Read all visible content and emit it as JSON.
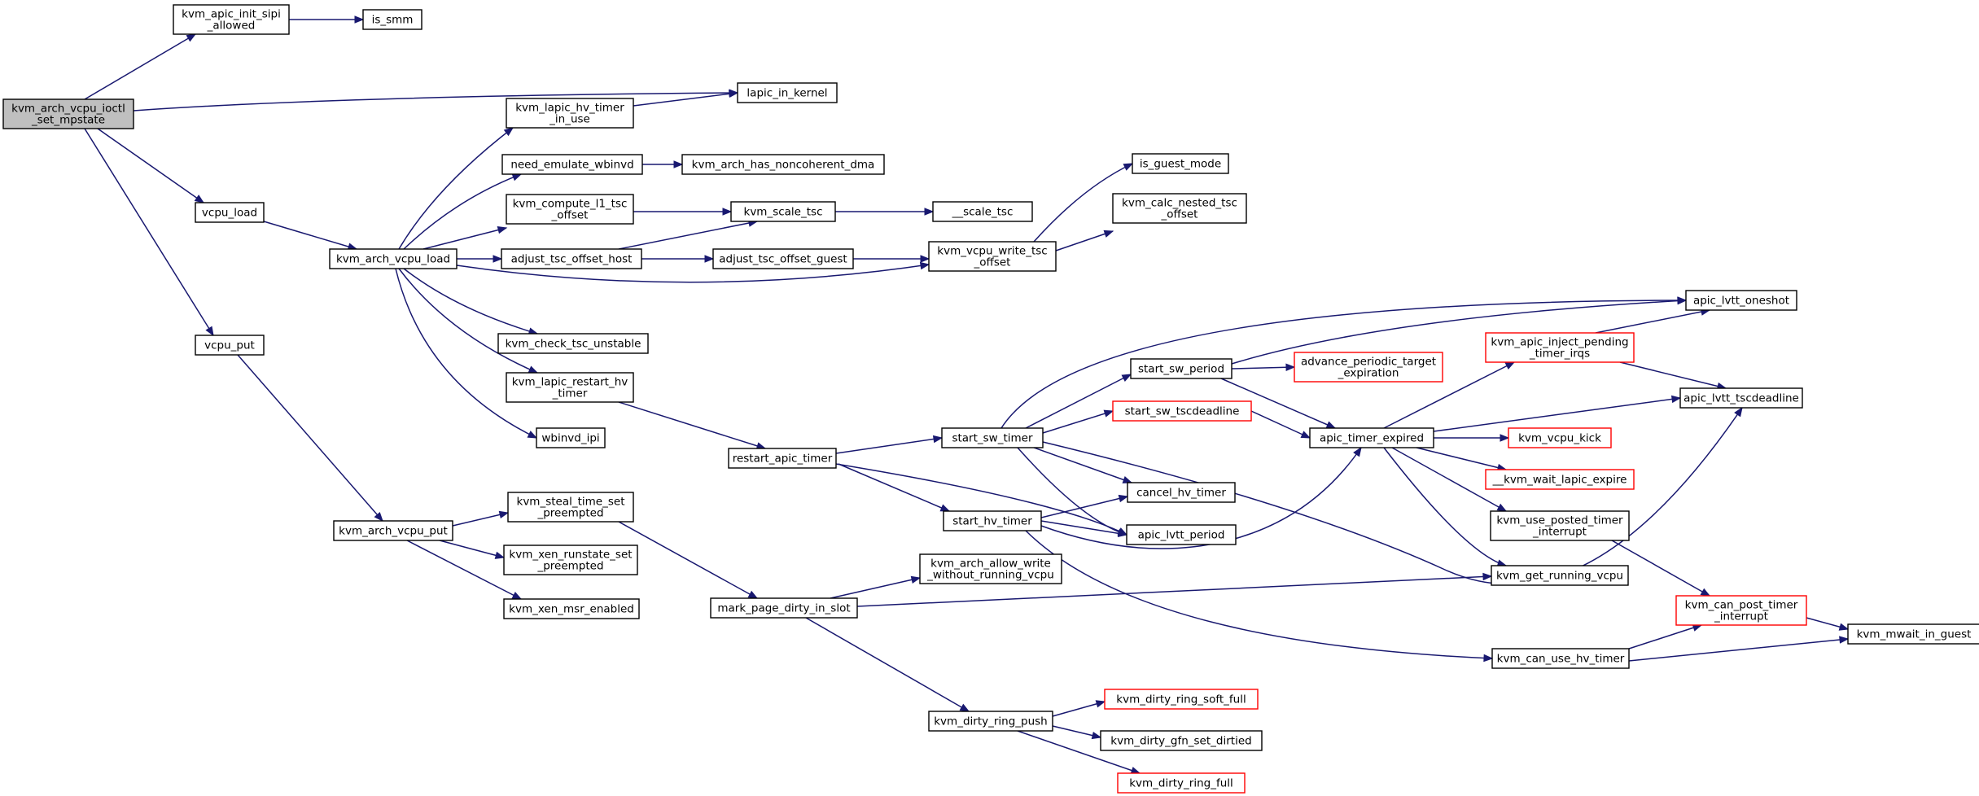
{
  "graph": {
    "type": "call-graph",
    "nodes": [
      {
        "id": "root",
        "lines": [
          "kvm_arch_vcpu_ioctl",
          "_set_mpstate"
        ],
        "root": true
      },
      {
        "id": "init_sipi",
        "lines": [
          "kvm_apic_init_sipi",
          "_allowed"
        ]
      },
      {
        "id": "is_smm",
        "lines": [
          "is_smm"
        ]
      },
      {
        "id": "lapic_in_kernel",
        "lines": [
          "lapic_in_kernel"
        ]
      },
      {
        "id": "vcpu_load",
        "lines": [
          "vcpu_load"
        ]
      },
      {
        "id": "vcpu_put",
        "lines": [
          "vcpu_put"
        ]
      },
      {
        "id": "arch_vcpu_load",
        "lines": [
          "kvm_arch_vcpu_load"
        ]
      },
      {
        "id": "arch_vcpu_put",
        "lines": [
          "kvm_arch_vcpu_put"
        ]
      },
      {
        "id": "hv_timer_in_use",
        "lines": [
          "kvm_lapic_hv_timer",
          "_in_use"
        ]
      },
      {
        "id": "need_wbinvd",
        "lines": [
          "need_emulate_wbinvd"
        ]
      },
      {
        "id": "noncoherent",
        "lines": [
          "kvm_arch_has_noncoherent_dma"
        ]
      },
      {
        "id": "l1_tsc",
        "lines": [
          "kvm_compute_l1_tsc",
          "_offset"
        ]
      },
      {
        "id": "scale_tsc",
        "lines": [
          "kvm_scale_tsc"
        ]
      },
      {
        "id": "__scale_tsc",
        "lines": [
          "__scale_tsc"
        ]
      },
      {
        "id": "adj_host",
        "lines": [
          "adjust_tsc_offset_host"
        ]
      },
      {
        "id": "adj_guest",
        "lines": [
          "adjust_tsc_offset_guest"
        ]
      },
      {
        "id": "write_tsc",
        "lines": [
          "kvm_vcpu_write_tsc",
          "_offset"
        ]
      },
      {
        "id": "is_guest_mode",
        "lines": [
          "is_guest_mode"
        ]
      },
      {
        "id": "nested_tsc",
        "lines": [
          "kvm_calc_nested_tsc",
          "_offset"
        ]
      },
      {
        "id": "check_tsc",
        "lines": [
          "kvm_check_tsc_unstable"
        ]
      },
      {
        "id": "restart_hv",
        "lines": [
          "kvm_lapic_restart_hv",
          "_timer"
        ]
      },
      {
        "id": "wbinvd_ipi",
        "lines": [
          "wbinvd_ipi"
        ]
      },
      {
        "id": "restart_apic",
        "lines": [
          "restart_apic_timer"
        ]
      },
      {
        "id": "start_sw_timer",
        "lines": [
          "start_sw_timer"
        ]
      },
      {
        "id": "start_hv_timer",
        "lines": [
          "start_hv_timer"
        ]
      },
      {
        "id": "start_sw_period",
        "lines": [
          "start_sw_period"
        ]
      },
      {
        "id": "adv_periodic",
        "lines": [
          "advance_periodic_target",
          "_expiration"
        ],
        "external": true
      },
      {
        "id": "sw_tscdeadline",
        "lines": [
          "start_sw_tscdeadline"
        ],
        "external": true
      },
      {
        "id": "cancel_hv",
        "lines": [
          "cancel_hv_timer"
        ]
      },
      {
        "id": "lvtt_period",
        "lines": [
          "apic_lvtt_period"
        ]
      },
      {
        "id": "timer_expired",
        "lines": [
          "apic_timer_expired"
        ]
      },
      {
        "id": "lvtt_oneshot",
        "lines": [
          "apic_lvtt_oneshot"
        ]
      },
      {
        "id": "inject_pending",
        "lines": [
          "kvm_apic_inject_pending",
          "_timer_irqs"
        ],
        "external": true
      },
      {
        "id": "lvtt_tscdl",
        "lines": [
          "apic_lvtt_tscdeadline"
        ]
      },
      {
        "id": "vcpu_kick",
        "lines": [
          "kvm_vcpu_kick"
        ],
        "external": true
      },
      {
        "id": "wait_lapic",
        "lines": [
          "__kvm_wait_lapic_expire"
        ],
        "external": true
      },
      {
        "id": "posted_timer",
        "lines": [
          "kvm_use_posted_timer",
          "_interrupt"
        ]
      },
      {
        "id": "running_vcpu",
        "lines": [
          "kvm_get_running_vcpu"
        ]
      },
      {
        "id": "can_post",
        "lines": [
          "kvm_can_post_timer",
          "_interrupt"
        ],
        "external": true
      },
      {
        "id": "mwait",
        "lines": [
          "kvm_mwait_in_guest"
        ]
      },
      {
        "id": "can_use_hv",
        "lines": [
          "kvm_can_use_hv_timer"
        ]
      },
      {
        "id": "steal_time",
        "lines": [
          "kvm_steal_time_set",
          "_preempted"
        ]
      },
      {
        "id": "xen_runstate",
        "lines": [
          "kvm_xen_runstate_set",
          "_preempted"
        ]
      },
      {
        "id": "xen_msr",
        "lines": [
          "kvm_xen_msr_enabled"
        ]
      },
      {
        "id": "mark_dirty",
        "lines": [
          "mark_page_dirty_in_slot"
        ]
      },
      {
        "id": "allow_write",
        "lines": [
          "kvm_arch_allow_write",
          "_without_running_vcpu"
        ]
      },
      {
        "id": "ring_push",
        "lines": [
          "kvm_dirty_ring_push"
        ]
      },
      {
        "id": "soft_full",
        "lines": [
          "kvm_dirty_ring_soft_full"
        ],
        "external": true
      },
      {
        "id": "gfn_dirtied",
        "lines": [
          "kvm_dirty_gfn_set_dirtied"
        ]
      },
      {
        "id": "ring_full",
        "lines": [
          "kvm_dirty_ring_full"
        ],
        "external": true
      }
    ],
    "colors": {
      "edge": "#191970",
      "root_fill": "#bfbfbf",
      "external_border": "#ff0000",
      "border": "#000000"
    }
  }
}
